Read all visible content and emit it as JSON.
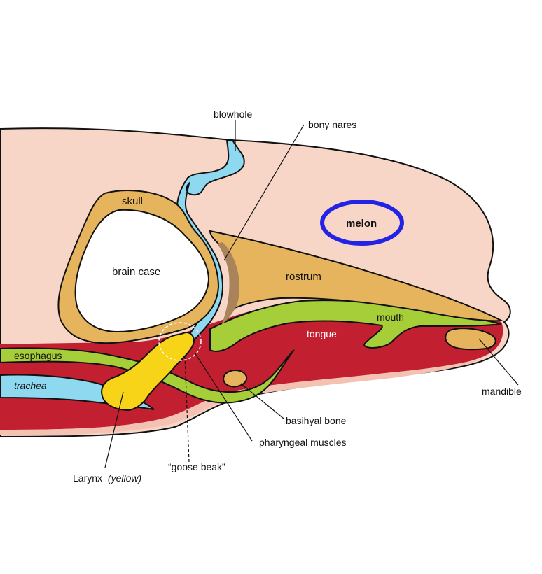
{
  "colors": {
    "skin": "#f7d6c7",
    "bone": "#e6b45c",
    "bone_dark": "#a9835a",
    "muscle": "#c21f30",
    "esophagus": "#a6ce39",
    "airway": "#8ed8f0",
    "larynx": "#f7d417",
    "melon_ring": "#2323e6",
    "brain": "#ffffff"
  },
  "labels": {
    "blowhole": "blowhole",
    "bony_nares": "bony nares",
    "skull": "skull",
    "brain_case": "brain case",
    "melon": "melon",
    "rostrum": "rostrum",
    "mouth": "mouth",
    "tongue": "tongue",
    "esophagus": "esophagus",
    "trachea": "trachea",
    "mandible": "mandible",
    "basihyal_bone": "basihyal bone",
    "pharyngeal_muscles": "pharyngeal muscles",
    "goose_beak": "“goose beak”",
    "larynx": "Larynx",
    "larynx_note": "(yellow)"
  }
}
